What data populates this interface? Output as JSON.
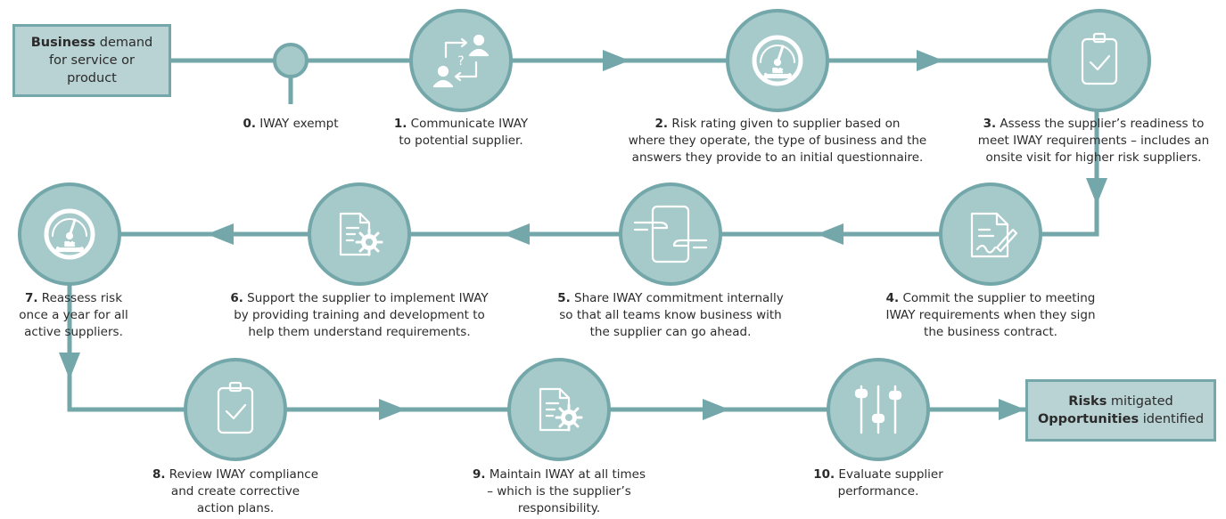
{
  "start_box": {
    "bold": "Business",
    "rest_line1": " demand",
    "line2": "for service or",
    "line3": "product"
  },
  "end_box": {
    "line1_bold": "Risks",
    "line1_rest": " mitigated",
    "line2_bold": "Opportunities",
    "line2_rest": " identified"
  },
  "steps": [
    {
      "num": "0.",
      "lines": [
        " IWAY exempt"
      ]
    },
    {
      "num": "1.",
      "lines": [
        " Communicate IWAY",
        "to potential supplier."
      ]
    },
    {
      "num": "2.",
      "lines": [
        " Risk rating given to supplier based on",
        "where they operate, the type of business and the",
        "answers they provide to an initial questionnaire."
      ]
    },
    {
      "num": "3.",
      "lines": [
        " Assess the supplier’s readiness to",
        "meet IWAY requirements – includes an",
        "onsite visit for higher risk suppliers."
      ]
    },
    {
      "num": "4.",
      "lines": [
        " Commit the supplier to meeting",
        "IWAY requirements when they sign",
        "the business contract."
      ]
    },
    {
      "num": "5.",
      "lines": [
        " Share IWAY commitment internally",
        "so that all teams know business with",
        "the supplier can go ahead."
      ]
    },
    {
      "num": "6.",
      "lines": [
        " Support the supplier to implement IWAY",
        "by providing training and development to",
        "help them understand requirements."
      ]
    },
    {
      "num": "7.",
      "lines": [
        " Reassess risk",
        "once a year for all",
        "active suppliers."
      ]
    },
    {
      "num": "8.",
      "lines": [
        " Review IWAY compliance",
        "and create corrective",
        "action plans."
      ]
    },
    {
      "num": "9.",
      "lines": [
        " Maintain IWAY at all times",
        "– which is the supplier’s",
        "responsibility."
      ]
    },
    {
      "num": "10.",
      "lines": [
        " Evaluate supplier",
        "performance."
      ]
    }
  ],
  "gauge_label": [
    "Risk",
    "Assessment"
  ],
  "icons": [
    "communicate-icon",
    "gauge-icon",
    "clipboard-check-icon",
    "contract-sign-icon",
    "handshake-tablet-icon",
    "document-gear-icon",
    "gauge-icon",
    "clipboard-check-icon",
    "document-gear-icon",
    "sliders-icon"
  ],
  "colors": {
    "line": "#73a7a9",
    "circle": "#a6c9ca",
    "box": "#b9d2d3",
    "icon": "#ffffff"
  }
}
